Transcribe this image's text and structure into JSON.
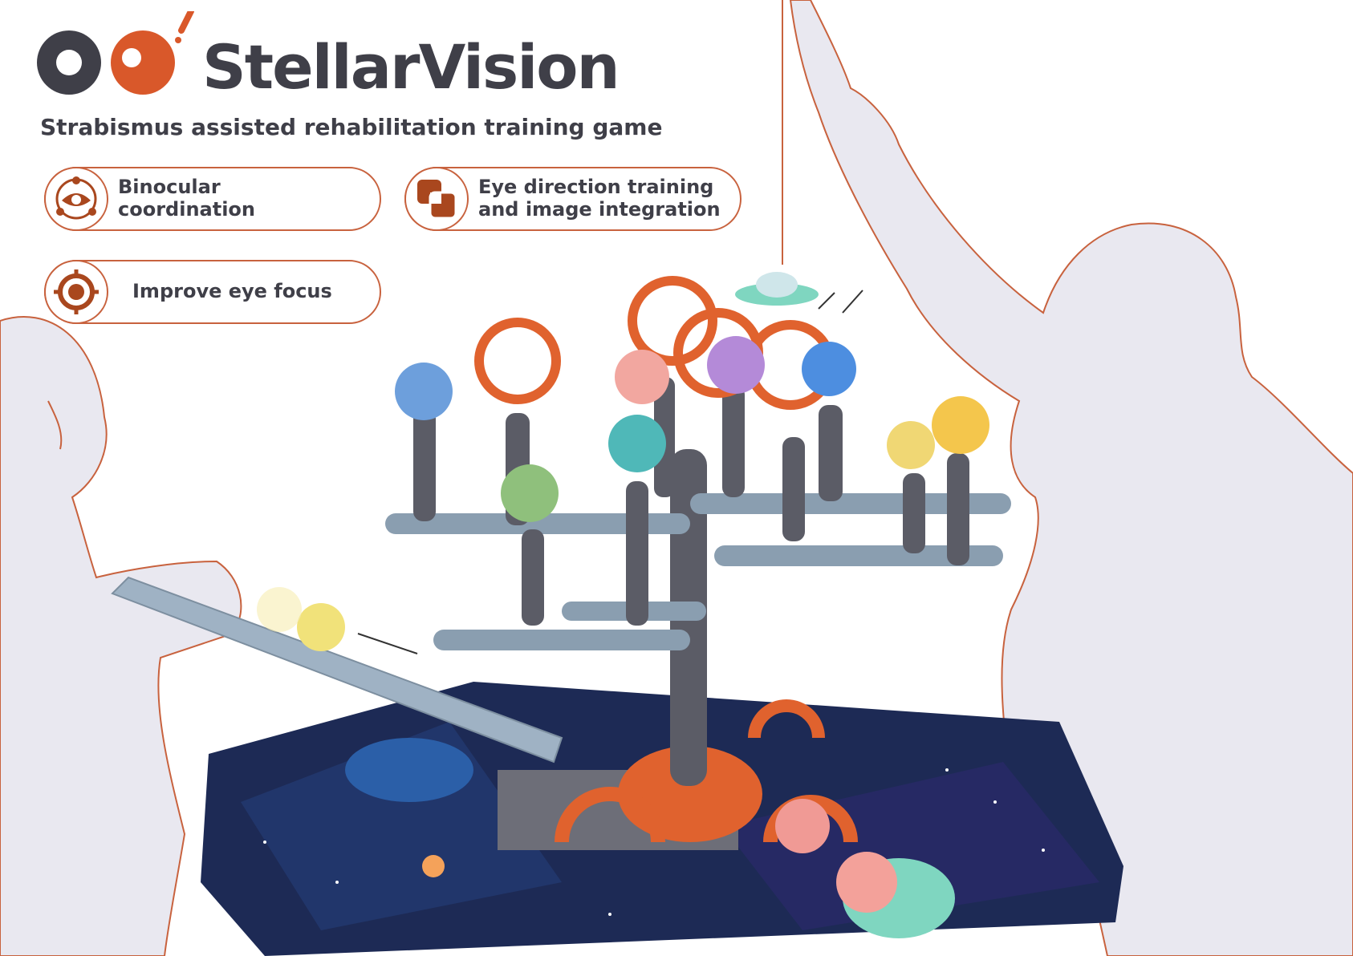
{
  "brand": {
    "name": "StellarVision"
  },
  "subtitle": "Strabismus assisted rehabilitation training game",
  "features": {
    "binocular": {
      "label": "Binocular coordination",
      "icon": "binocular-coordination-icon"
    },
    "eye_direction": {
      "line1": "Eye direction training",
      "line2": "and image integration",
      "icon": "overlapping-squares-icon"
    },
    "focus": {
      "label": "Improve eye focus",
      "icon": "target-crosshair-icon"
    }
  },
  "colors": {
    "accent": "#c8623e",
    "accent_dark": "#a9471e",
    "text": "#3f3f48",
    "tree_stem": "#5b5c66",
    "tree_branch": "#8a9eb0",
    "mat": "#1d2a55"
  }
}
